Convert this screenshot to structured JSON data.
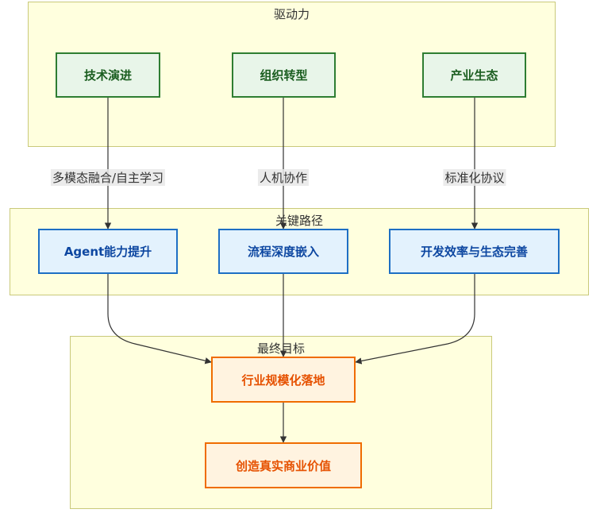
{
  "groups": {
    "drivers": {
      "title": "驱动力"
    },
    "paths": {
      "title": "关键路径"
    },
    "goals": {
      "title": "最终目标"
    }
  },
  "nodes": {
    "tech": "技术演进",
    "org": "组织转型",
    "industry": "产业生态",
    "agent": "Agent能力提升",
    "process": "流程深度嵌入",
    "efficiency": "开发效率与生态完善",
    "scale": "行业规模化落地",
    "value": "创造真实商业价值"
  },
  "edge_labels": {
    "tech_agent": "多模态融合/自主学习",
    "org_process": "人机协作",
    "industry_efficiency": "标准化协议"
  },
  "colors": {
    "group_fill": "#ffffde",
    "green": "#2e7d32",
    "blue": "#1e6fc4",
    "orange": "#ef6c00",
    "edge": "#333333"
  }
}
